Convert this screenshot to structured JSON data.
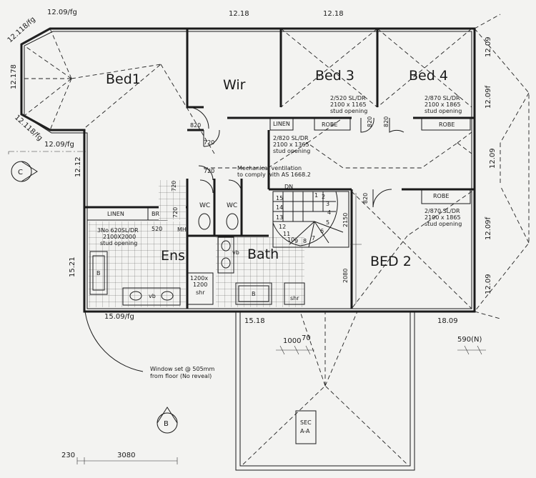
{
  "rooms": {
    "bed1": "Bed1",
    "wir": "Wir",
    "bed3": "Bed 3",
    "bed4": "Bed 4",
    "bed2": "BED 2",
    "ens": "Ens.",
    "bath": "Bath",
    "wc1": "WC",
    "wc2": "WC",
    "linen_top": "LINEN",
    "robe_bed3": "ROBE",
    "robe_bed4": "ROBE",
    "robe_bed2": "ROBE",
    "linen_ens": "LINEN",
    "br": "BR",
    "mh": "MH",
    "stair_dn": "DN"
  },
  "notes": {
    "bed3_door_1": "2/520 SL/DR",
    "bed3_door_2": "2100 x 1165",
    "bed3_door_3": "stud opening",
    "bed4_door_1": "2/870 SL/DR",
    "bed4_door_2": "2100 x 1865",
    "bed4_door_3": "stud opening",
    "linen_door_1": "2/820 SL/DR",
    "linen_door_2": "2100 x 1365",
    "linen_door_3": "stud opening",
    "bed2_door_1": "2/870 SL/DR",
    "bed2_door_2": "2100 x 1865",
    "bed2_door_3": "stud opening",
    "ens_door_1": "3No 620SL/DR",
    "ens_door_2": "2100X2000",
    "ens_door_3": "stud opening",
    "vent_1": "Mechanical ventilation",
    "vent_2": "to comply with AS 1668.2",
    "window_1": "Window set @ 505mm",
    "window_2": "from floor (No reveal)",
    "shower_1": "1200x",
    "shower_2": "1200",
    "shower_3": "shr",
    "shr_small": "shr",
    "vb": "vb",
    "vb2": "vb",
    "b_ens": "B",
    "b_bath": "B",
    "sec_1": "SEC",
    "sec_2": "A-A"
  },
  "dimensions": {
    "d_1209_top": "12.09/fg",
    "d_1218_a": "12.18",
    "d_1218_b": "12.18",
    "d_12118_top": "12.118/fg",
    "d_12178": "12.178",
    "d_12118_bot": "12.118/fg",
    "d_1209_bot": "12.09/fg",
    "d_1212": "12.12",
    "d_1209_r1": "12.09",
    "d_1209f_r2": "12.09f",
    "d_1209_r3": "12.09",
    "d_1209f_r4": "12.09f",
    "d_1209_r5": "12.09",
    "d_1521": "15.21",
    "d_1509": "15.09/fg",
    "d_1518": "15.18",
    "d_1809": "18.09",
    "d_820_a": "820",
    "d_720_a": "720",
    "d_720_b": "720",
    "d_720_c": "720",
    "d_720_d": "720",
    "d_520": "520",
    "d_820_b": "820",
    "d_820_c": "820",
    "d_820_d": "820",
    "d_2150": "2150",
    "d_2080": "2080",
    "d_1000": "1000",
    "d_70": "70",
    "d_590": "590(N)",
    "d_230": "230",
    "d_3080": "3080"
  },
  "stair_numbers": [
    "15",
    "14",
    "13",
    "12",
    "11",
    "10",
    "9",
    "8",
    "7",
    "6",
    "5",
    "4",
    "3",
    "2",
    "1"
  ],
  "markers": {
    "c": "C",
    "b": "B"
  }
}
